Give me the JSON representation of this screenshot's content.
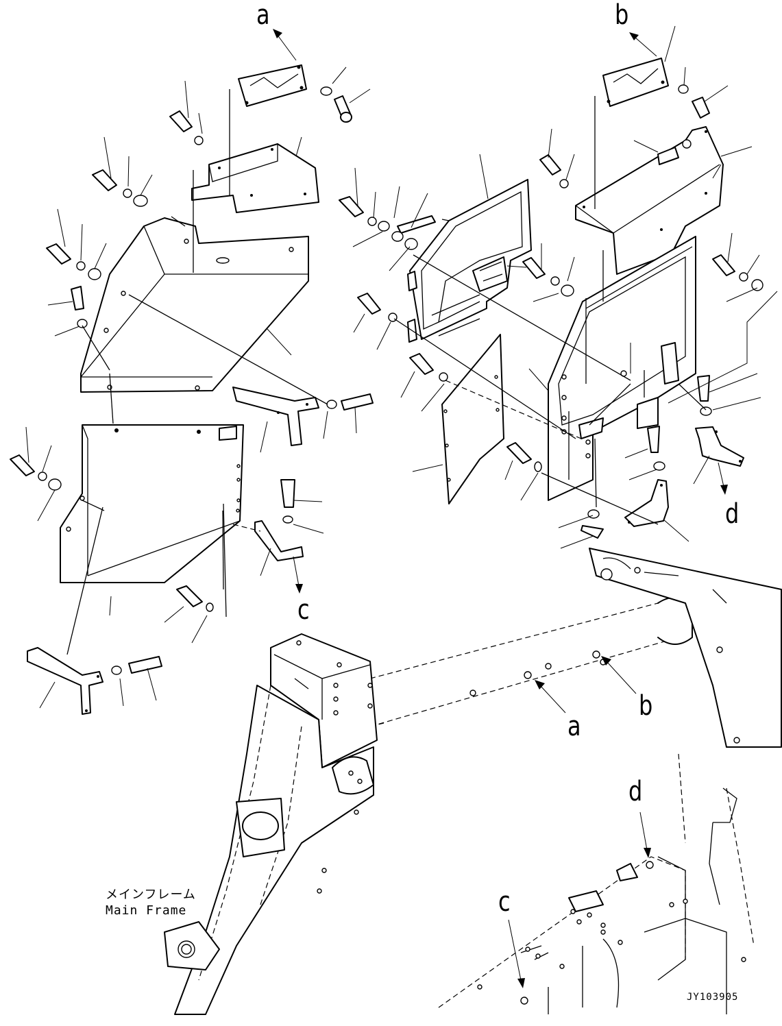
{
  "refs": {
    "a_top": "a",
    "b_top": "b",
    "c_mid": "c",
    "d_mid": "d",
    "a_frame": "a",
    "b_frame": "b",
    "d_frame": "d",
    "c_frame": "c"
  },
  "caption": {
    "jp": "メインフレーム",
    "en": "Main Frame"
  },
  "drawing_code": "JY103905"
}
